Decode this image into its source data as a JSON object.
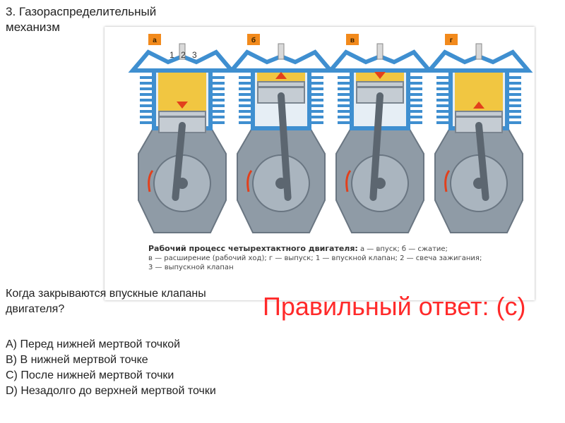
{
  "slide": {
    "title": "3. Газораспределительный механизм",
    "question": "Когда закрываются впускные клапаны двигателя?",
    "answers": [
      "A) Перед нижней мертвой точкой",
      "B) В нижней мертвой точке",
      "C) После нижней мертвой точки",
      "D) Незадолго до верхней мертвой точки"
    ],
    "correct_answer": "Правильный ответ: (с)"
  },
  "figure": {
    "panel_tags": [
      "а",
      "б",
      "в",
      "г"
    ],
    "part_numbers": [
      "1",
      "2",
      "3"
    ],
    "caption_title": "Рабочий процесс четырехтактного двигателя:",
    "caption_line1": "а — впуск; б — сжатие;",
    "caption_line2": "в — расширение (рабочий ход); г — выпуск; 1 — впускной клапан; 2 — свеча зажигания;",
    "caption_line3": "3 — выпускной клапан"
  },
  "colors": {
    "cylinder_blue": "#3f8fd0",
    "mixture_yellow": "#f2c12e",
    "tag_orange": "#f28a1c",
    "arrow_red": "#e2401c",
    "crankcase_grey": "#8f9ba6",
    "answer_red": "#ff2a2a"
  }
}
